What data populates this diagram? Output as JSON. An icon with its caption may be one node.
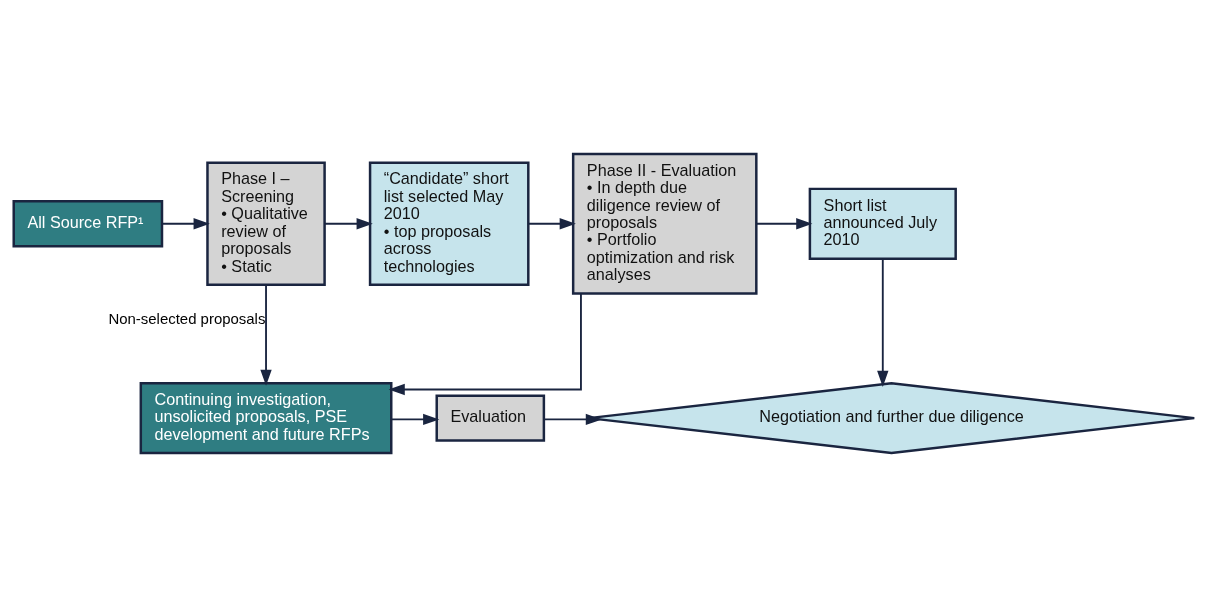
{
  "diagram": {
    "nodes": [
      {
        "text": [
          "All Source RFP¹"
        ]
      },
      {
        "text": [
          "Phase I – Screening",
          "• Qualitative review of proposals",
          "• Static"
        ]
      },
      {
        "text": [
          "“Candidate” short list selected May 2010",
          "• top proposals across technologies"
        ]
      },
      {
        "text": [
          "Phase II - Evaluation",
          "• In depth due diligence review of proposals",
          "• Portfolio optimization and risk analyses"
        ]
      },
      {
        "text": [
          "Short list announced July 2010"
        ]
      },
      {
        "text": [
          "Continuing investigation, unsolicited proposals, PSE development and future RFPs"
        ]
      },
      {
        "text": [
          "Evaluation"
        ]
      },
      {
        "text": [
          "Negotiation and further due diligence"
        ]
      }
    ],
    "edges": [
      {
        "from": 0,
        "to": 1,
        "arrow": "to"
      },
      {
        "from": 1,
        "to": 2,
        "arrow": "to"
      },
      {
        "from": 2,
        "to": 3,
        "arrow": "to"
      },
      {
        "from": 3,
        "to": 4,
        "arrow": "to"
      },
      {
        "from": 4,
        "to": 7,
        "arrow": "to"
      },
      {
        "from": 1,
        "to": 5,
        "arrow": "to",
        "label": "Non-selected proposals"
      },
      {
        "from": 3,
        "to": 5,
        "arrow": "to"
      },
      {
        "from": 5,
        "to": 6,
        "arrow": "to"
      },
      {
        "from": 6,
        "to": 7,
        "arrow": "to"
      }
    ]
  }
}
